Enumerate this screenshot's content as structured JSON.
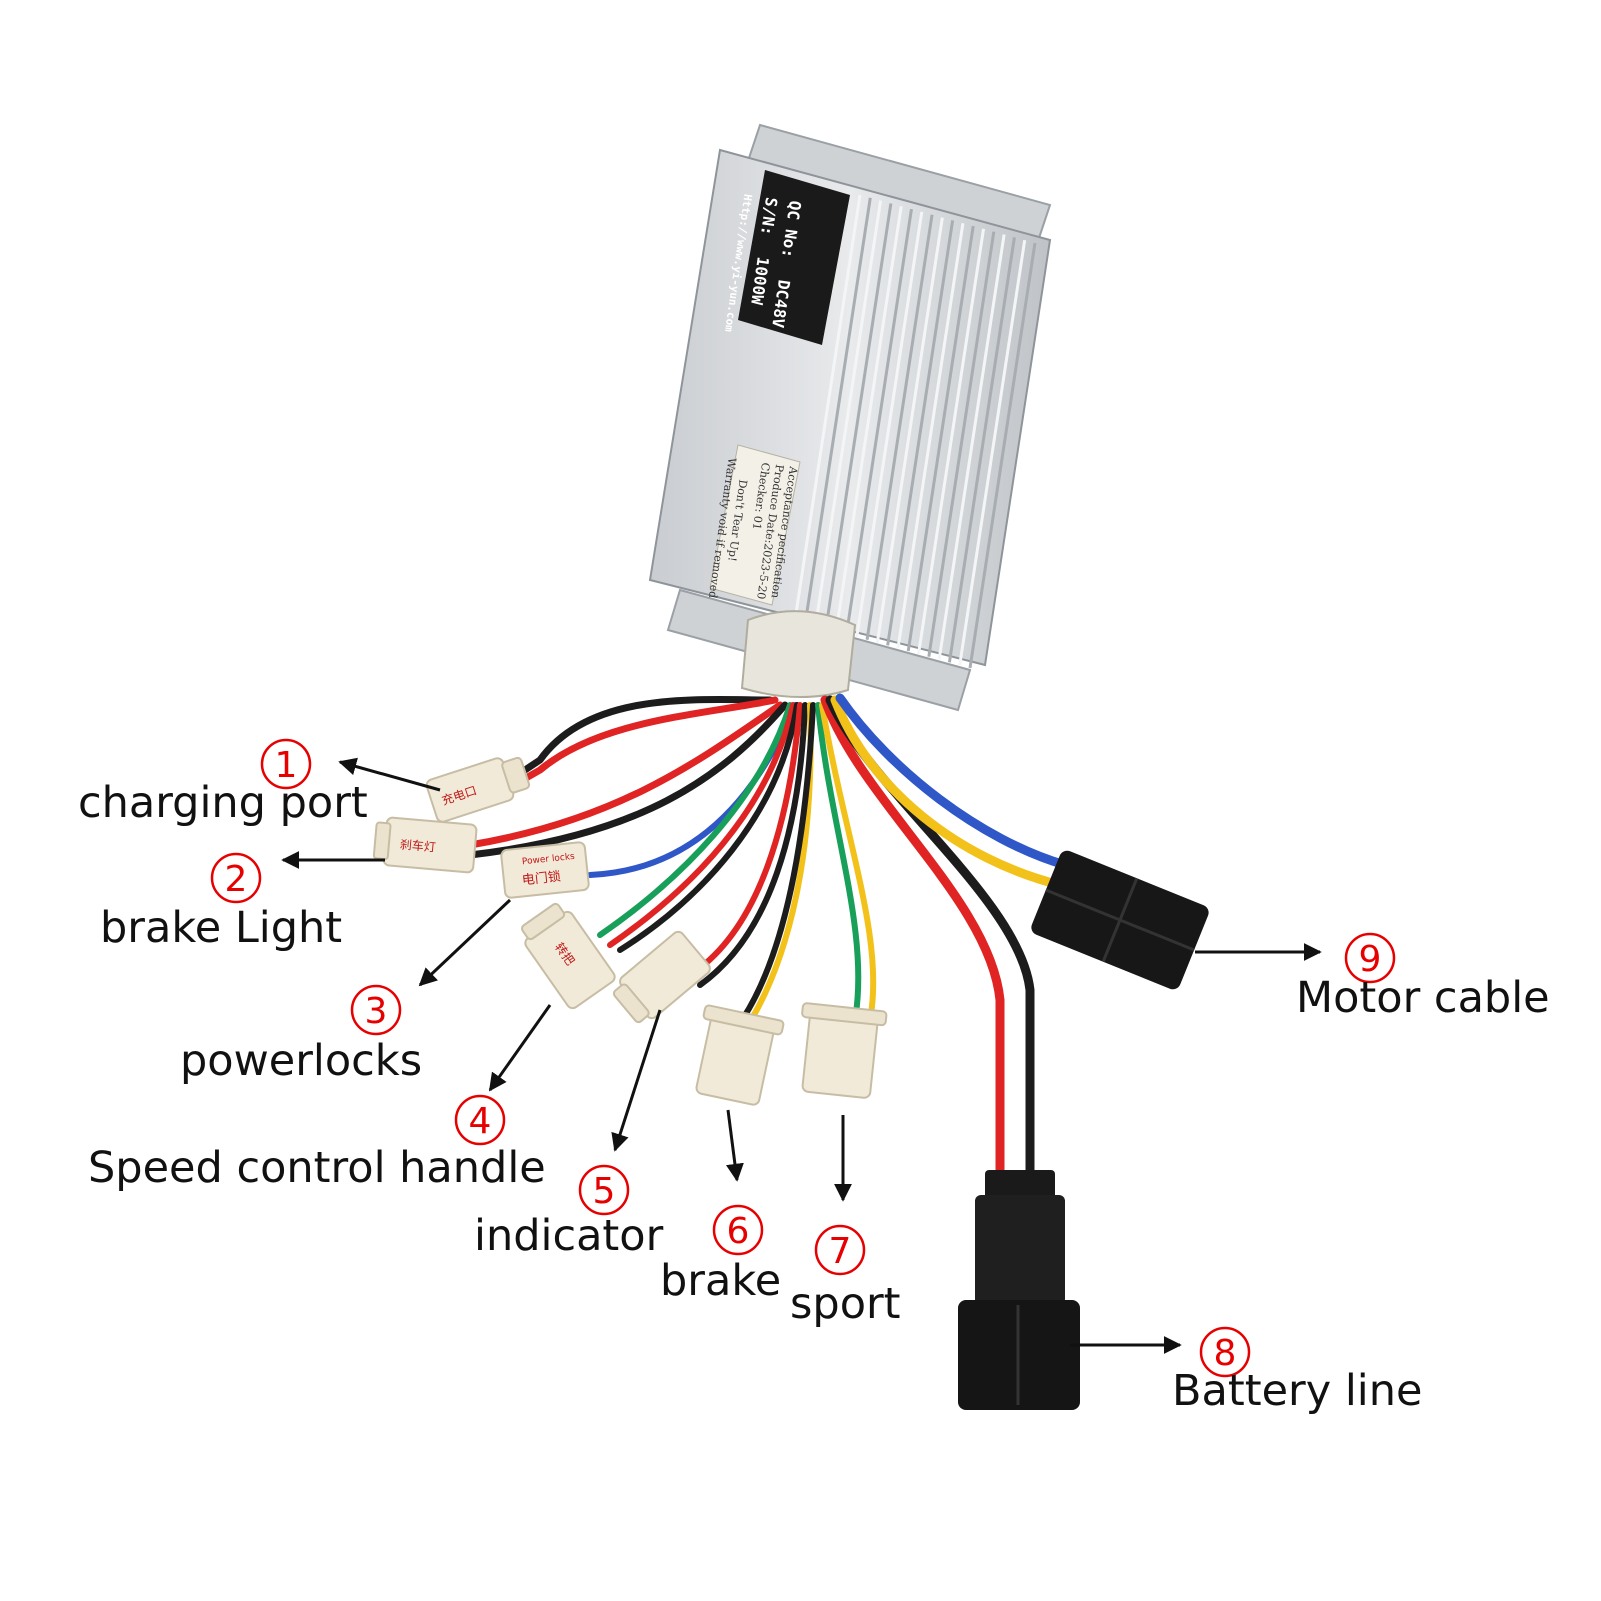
{
  "colors": {
    "callout_number": "#e60000",
    "label_text": "#111111",
    "arrow": "#111111",
    "wire_red": "#e02424",
    "wire_black": "#1c1c1c",
    "wire_blue": "#2f57c8",
    "wire_yellow": "#f2c21b",
    "wire_green": "#18a05a",
    "housing": "#d9dcdf",
    "plate": "#1a1a1a"
  },
  "device": {
    "plate_line_1": "QC No:",
    "plate_line_2": "DC48V",
    "plate_line_3": "S/N:",
    "plate_line_4": "1000W",
    "plate_line_5": "Http://www.yi-yun.com",
    "sticker_line_1": "Acceptance pecification",
    "sticker_line_2": "Produce Date:2023-5-20",
    "sticker_line_3": "Checker: 01",
    "sticker_line_4": "Don't Tear Up!",
    "sticker_line_5": "Warranty void if removed",
    "connector_tag_1": "充电口",
    "connector_tag_2": "刹车灯",
    "connector_tag_3": "电门锁",
    "connector_tag_3_sub": "Power locks",
    "connector_tag_4": "转把"
  },
  "callouts": [
    {
      "number": "1",
      "label": "charging port"
    },
    {
      "number": "2",
      "label": "brake Light"
    },
    {
      "number": "3",
      "label": "powerlocks"
    },
    {
      "number": "4",
      "label": "Speed control handle"
    },
    {
      "number": "5",
      "label": "indicator"
    },
    {
      "number": "6",
      "label": "brake"
    },
    {
      "number": "7",
      "label": "sport"
    },
    {
      "number": "8",
      "label": "Battery line"
    },
    {
      "number": "9",
      "label": "Motor cable"
    }
  ]
}
